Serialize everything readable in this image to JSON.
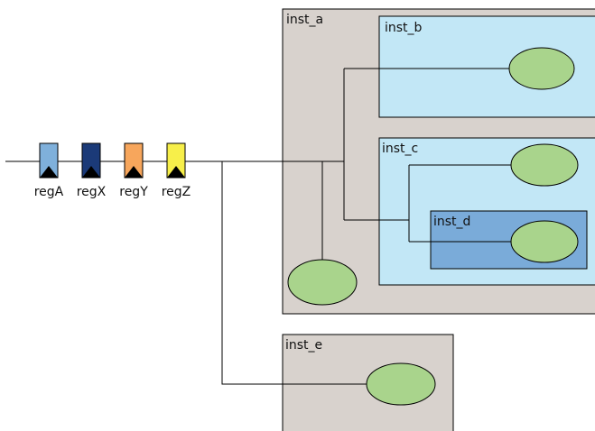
{
  "colors": {
    "inst_grey": "#d8d2cd",
    "inst_blue": "#c2e7f6",
    "inst_dark_blue": "#7aabd9",
    "logic_green": "#a9d48c",
    "regA": "#7fb0db",
    "regX": "#1b3a78",
    "regY": "#f7a65c",
    "regZ": "#f7ef4a"
  },
  "registers": [
    {
      "label": "regA",
      "color": "#7fb0db"
    },
    {
      "label": "regX",
      "color": "#1b3a78"
    },
    {
      "label": "regY",
      "color": "#f7a65c"
    },
    {
      "label": "regZ",
      "color": "#f7ef4a"
    }
  ],
  "instances": {
    "inst_a": "inst_a",
    "inst_b": "inst_b",
    "inst_c": "inst_c",
    "inst_d": "inst_d",
    "inst_e": "inst_e"
  }
}
